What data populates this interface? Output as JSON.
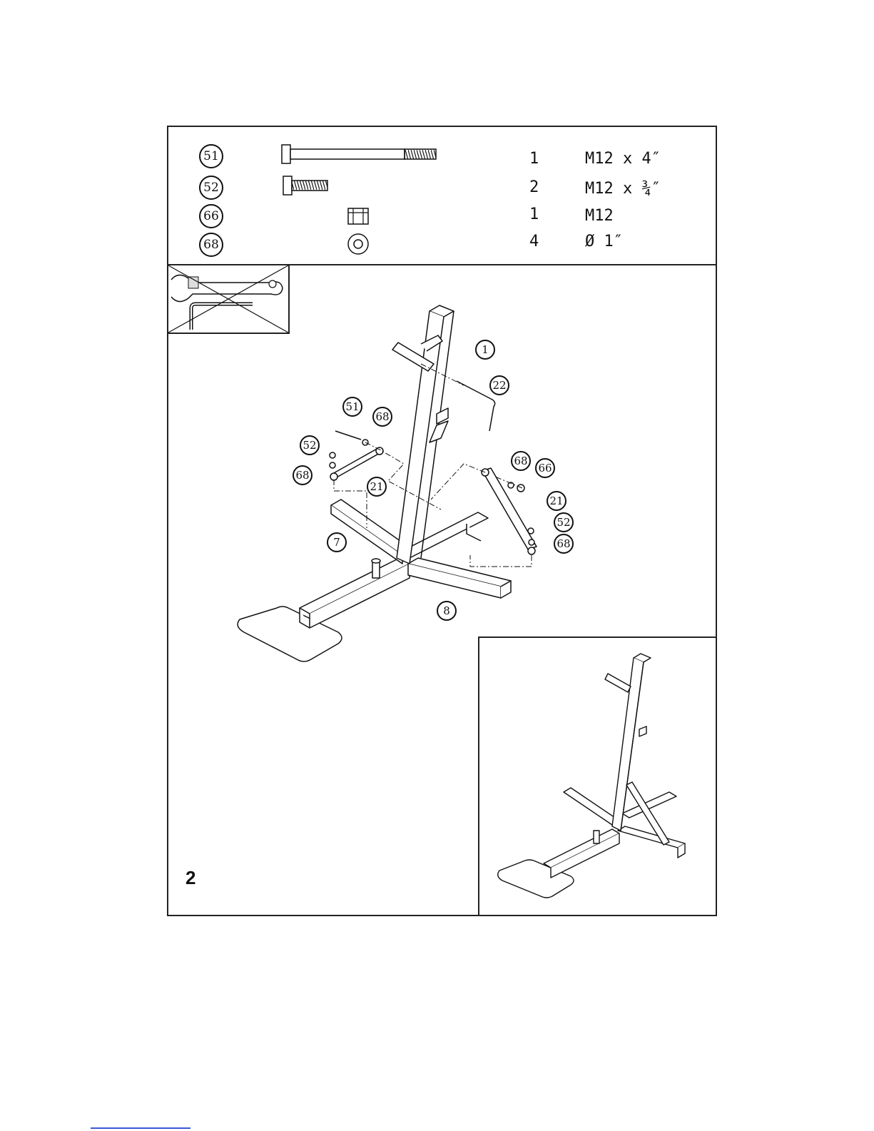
{
  "parts": [
    {
      "id": "51",
      "qty": "1",
      "spec": "M12 x 4″",
      "icon": "long-bolt-icon"
    },
    {
      "id": "52",
      "qty": "2",
      "spec": "M12 x ¾″",
      "icon": "short-bolt-icon"
    },
    {
      "id": "66",
      "qty": "1",
      "spec": "M12",
      "icon": "nut-icon"
    },
    {
      "id": "68",
      "qty": "4",
      "spec": "Ø 1″",
      "icon": "washer-icon"
    }
  ],
  "tools": [
    "wrench-icon",
    "allen-key-icon"
  ],
  "callouts": {
    "c1": "1",
    "c22": "22",
    "c51": "51",
    "c68a": "68",
    "c52a": "52",
    "c68b": "68",
    "c21a": "21",
    "c7": "7",
    "c68c": "68",
    "c66": "66",
    "c21b": "21",
    "c52b": "52",
    "c68d": "68",
    "c8": "8"
  },
  "step_number": "2"
}
